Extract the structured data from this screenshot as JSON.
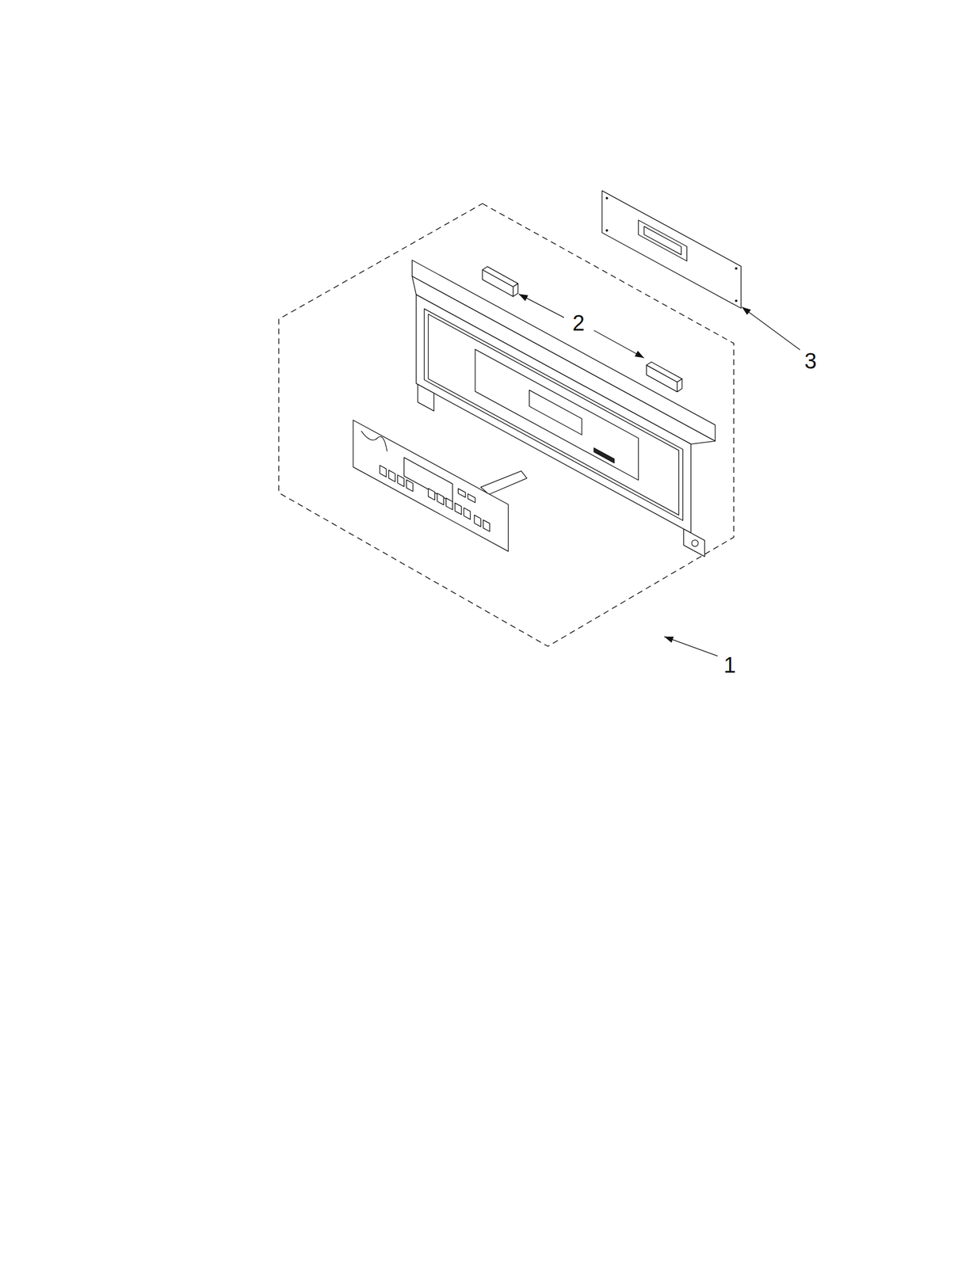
{
  "diagram": {
    "labels": [
      "2",
      "3",
      "1"
    ]
  }
}
